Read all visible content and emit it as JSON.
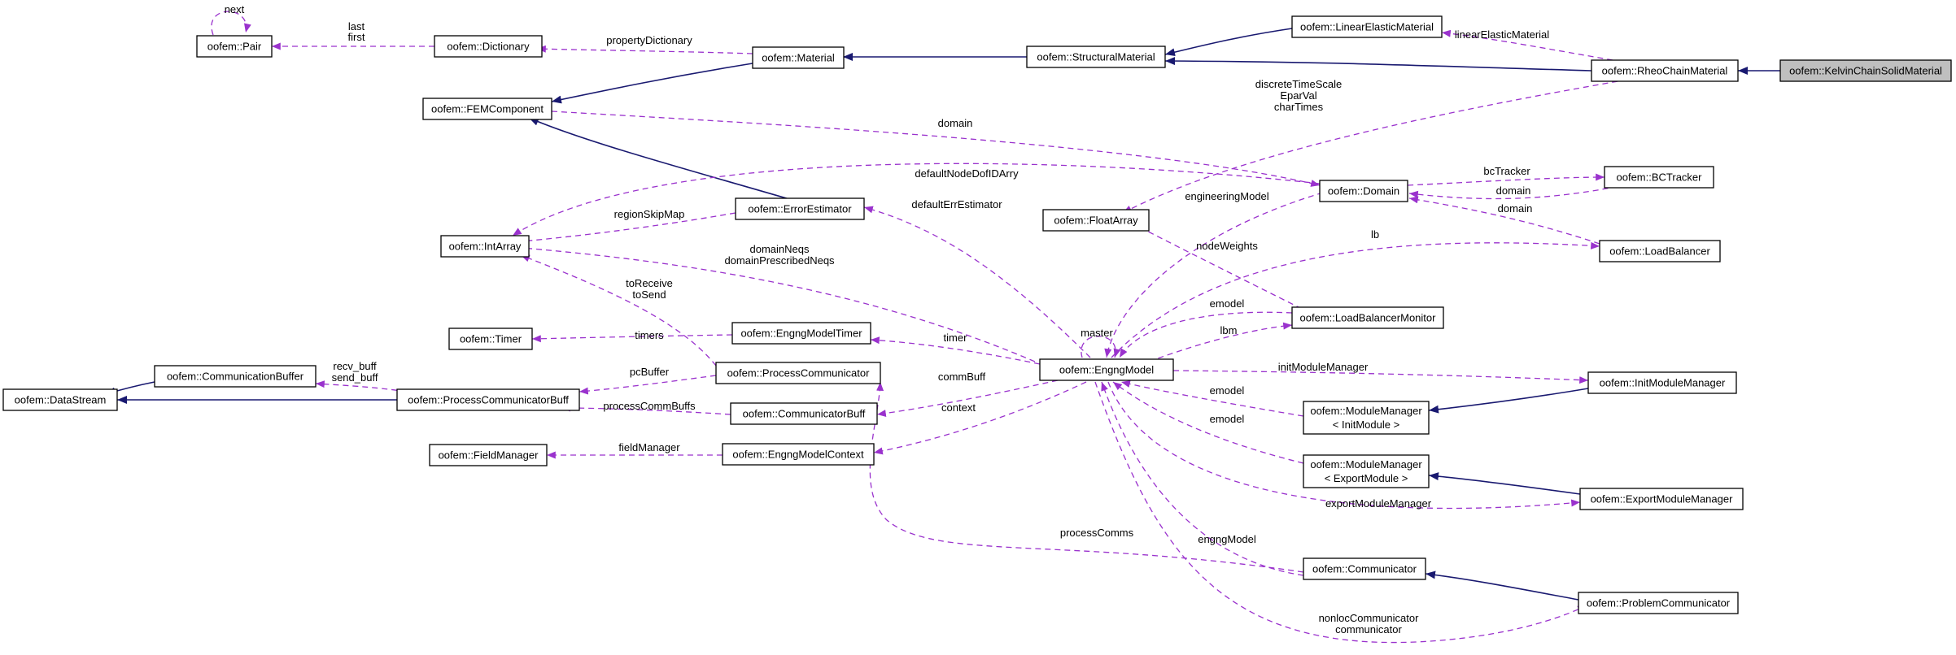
{
  "colors": {
    "inheritance_edge": "#191970",
    "usage_edge": "#9a32cd",
    "focus_node_fill": "#bfbfbf"
  },
  "nodes": {
    "pair": {
      "label": "oofem::Pair"
    },
    "dictionary": {
      "label": "oofem::Dictionary"
    },
    "material": {
      "label": "oofem::Material"
    },
    "structural_material": {
      "label": "oofem::StructuralMaterial"
    },
    "linear_elastic_material": {
      "label": "oofem::LinearElasticMaterial"
    },
    "rheo_chain_material": {
      "label": "oofem::RheoChainMaterial"
    },
    "kelvin_chain_solid_material": {
      "label": "oofem::KelvinChainSolidMaterial"
    },
    "fem_component": {
      "label": "oofem::FEMComponent"
    },
    "domain": {
      "label": "oofem::Domain"
    },
    "bc_tracker": {
      "label": "oofem::BCTracker"
    },
    "float_array": {
      "label": "oofem::FloatArray"
    },
    "error_estimator": {
      "label": "oofem::ErrorEstimator"
    },
    "int_array": {
      "label": "oofem::IntArray"
    },
    "load_balancer": {
      "label": "oofem::LoadBalancer"
    },
    "timer": {
      "label": "oofem::Timer"
    },
    "engng_model_timer": {
      "label": "oofem::EngngModelTimer"
    },
    "load_balancer_monitor": {
      "label": "oofem::LoadBalancerMonitor"
    },
    "communication_buffer": {
      "label": "oofem::CommunicationBuffer"
    },
    "process_communicator": {
      "label": "oofem::ProcessCommunicator"
    },
    "engng_model": {
      "label": "oofem::EngngModel"
    },
    "init_module_manager": {
      "label": "oofem::InitModuleManager"
    },
    "data_stream": {
      "label": "oofem::DataStream"
    },
    "process_communicator_buff": {
      "label": "oofem::ProcessCommunicatorBuff"
    },
    "communicator_buff": {
      "label": "oofem::CommunicatorBuff"
    },
    "module_manager_init": {
      "label": "oofem::ModuleManager",
      "label2": "< InitModule >"
    },
    "field_manager": {
      "label": "oofem::FieldManager"
    },
    "engng_model_context": {
      "label": "oofem::EngngModelContext"
    },
    "module_manager_export": {
      "label": "oofem::ModuleManager",
      "label2": "< ExportModule >"
    },
    "export_module_manager": {
      "label": "oofem::ExportModuleManager"
    },
    "communicator": {
      "label": "oofem::Communicator"
    },
    "problem_communicator": {
      "label": "oofem::ProblemCommunicator"
    }
  },
  "edge_labels": {
    "next": "next",
    "last": "last",
    "first": "first",
    "property_dictionary": "propertyDictionary",
    "linear_elastic_material": "linearElasticMaterial",
    "discrete_time_scale": "discreteTimeScale",
    "epar_val": "EparVal",
    "char_times": "charTimes",
    "domain_fem": "domain",
    "default_node_dof_id_arry": "defaultNodeDofIDArry",
    "bc_tracker": "bcTracker",
    "domain_bc": "domain",
    "domain_lb": "domain",
    "engineering_model": "engineeringModel",
    "default_err_estimator": "defaultErrEstimator",
    "region_skip_map": "regionSkipMap",
    "lb": "lb",
    "domain_neqs": "domainNeqs",
    "domain_prescribed_neqs": "domainPrescribedNeqs",
    "node_weights": "nodeWeights",
    "to_receive": "toReceive",
    "to_send": "toSend",
    "emodel_lbm": "emodel",
    "master": "master",
    "timers": "timers",
    "timer": "timer",
    "lbm": "lbm",
    "recv_buff": "recv_buff",
    "send_buff": "send_buff",
    "pc_buffer": "pcBuffer",
    "init_module_manager": "initModuleManager",
    "comm_buff": "commBuff",
    "emodel_init": "emodel",
    "process_comm_buffs": "processCommBuffs",
    "context": "context",
    "emodel_export": "emodel",
    "field_manager": "fieldManager",
    "export_module_manager": "exportModuleManager",
    "process_comms": "processComms",
    "engng_model": "engngModel",
    "nonloc_communicator": "nonlocCommunicator",
    "communicator": "communicator"
  }
}
